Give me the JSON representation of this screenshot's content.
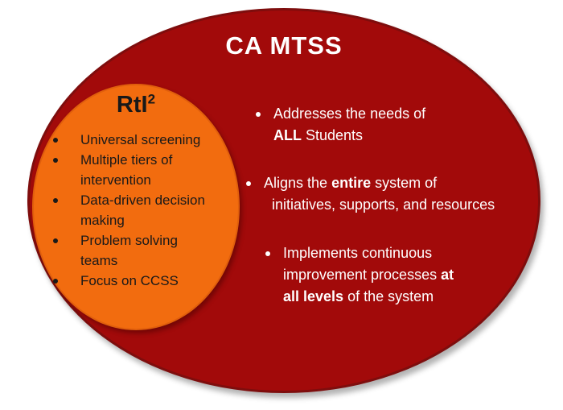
{
  "diagram": {
    "background_color": "#ffffff",
    "outer": {
      "title": "CA MTSS",
      "fill": "#a20a0a",
      "border_color": "#7e0d0d",
      "text_color": "#ffffff",
      "bullets": [
        {
          "lines": [
            {
              "segs": [
                {
                  "t": "Addresses the needs of"
                }
              ]
            },
            {
              "segs": [
                {
                  "t": "ALL",
                  "b": true
                },
                {
                  "t": " Students"
                }
              ]
            }
          ]
        },
        {
          "lines": [
            {
              "segs": [
                {
                  "t": "Aligns the "
                },
                {
                  "t": "entire",
                  "b": true
                },
                {
                  "t": " system of"
                }
              ]
            },
            {
              "segs": [
                {
                  "t": "initiatives, supports, and resources"
                }
              ],
              "indent": true
            }
          ]
        },
        {
          "lines": [
            {
              "segs": [
                {
                  "t": "Implements continuous"
                }
              ]
            },
            {
              "segs": [
                {
                  "t": "improvement processes "
                },
                {
                  "t": "at",
                  "b": true
                }
              ]
            },
            {
              "segs": [
                {
                  "t": "all levels",
                  "b": true
                },
                {
                  "t": " of the system"
                }
              ]
            }
          ]
        }
      ]
    },
    "inner": {
      "title_base": "RtI",
      "title_exponent": "2",
      "fill": "#f26c0f",
      "border_color": "#e05f0c",
      "text_color": "#191919",
      "bullets": [
        {
          "lines": [
            {
              "segs": [
                {
                  "t": "Universal screening"
                }
              ]
            }
          ]
        },
        {
          "lines": [
            {
              "segs": [
                {
                  "t": "Multiple tiers of"
                }
              ]
            },
            {
              "segs": [
                {
                  "t": "intervention"
                }
              ]
            }
          ]
        },
        {
          "lines": [
            {
              "segs": [
                {
                  "t": "Data-driven decision"
                }
              ]
            },
            {
              "segs": [
                {
                  "t": "making"
                }
              ]
            }
          ]
        },
        {
          "lines": [
            {
              "segs": [
                {
                  "t": "Problem solving"
                }
              ]
            },
            {
              "segs": [
                {
                  "t": "teams"
                }
              ]
            }
          ]
        },
        {
          "lines": [
            {
              "segs": [
                {
                  "t": "Focus on CCSS"
                }
              ]
            }
          ]
        }
      ]
    }
  }
}
